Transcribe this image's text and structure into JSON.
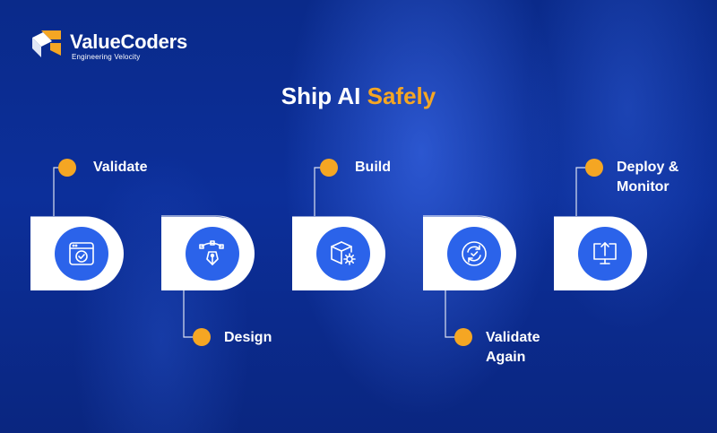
{
  "brand": {
    "name": "ValueCoders",
    "tagline": "Engineering Velocity",
    "accent_color": "#f5a623"
  },
  "title": {
    "prefix": "Ship AI",
    "highlight": "Safely"
  },
  "steps": [
    {
      "label_line1": "Validate",
      "label_line2": "",
      "icon": "browser-check-icon",
      "label_position": "top"
    },
    {
      "label_line1": "Design",
      "label_line2": "",
      "icon": "pen-tool-icon",
      "label_position": "bottom"
    },
    {
      "label_line1": "Build",
      "label_line2": "",
      "icon": "cube-gear-icon",
      "label_position": "top"
    },
    {
      "label_line1": "Validate",
      "label_line2": "Again",
      "icon": "refresh-check-icon",
      "label_position": "bottom"
    },
    {
      "label_line1": "Deploy &",
      "label_line2": "Monitor",
      "icon": "monitor-upload-icon",
      "label_position": "top"
    }
  ],
  "colors": {
    "background": "#0c2f9a",
    "icon_circle": "#2b63ea",
    "card": "#ffffff",
    "dot": "#f5a623"
  }
}
